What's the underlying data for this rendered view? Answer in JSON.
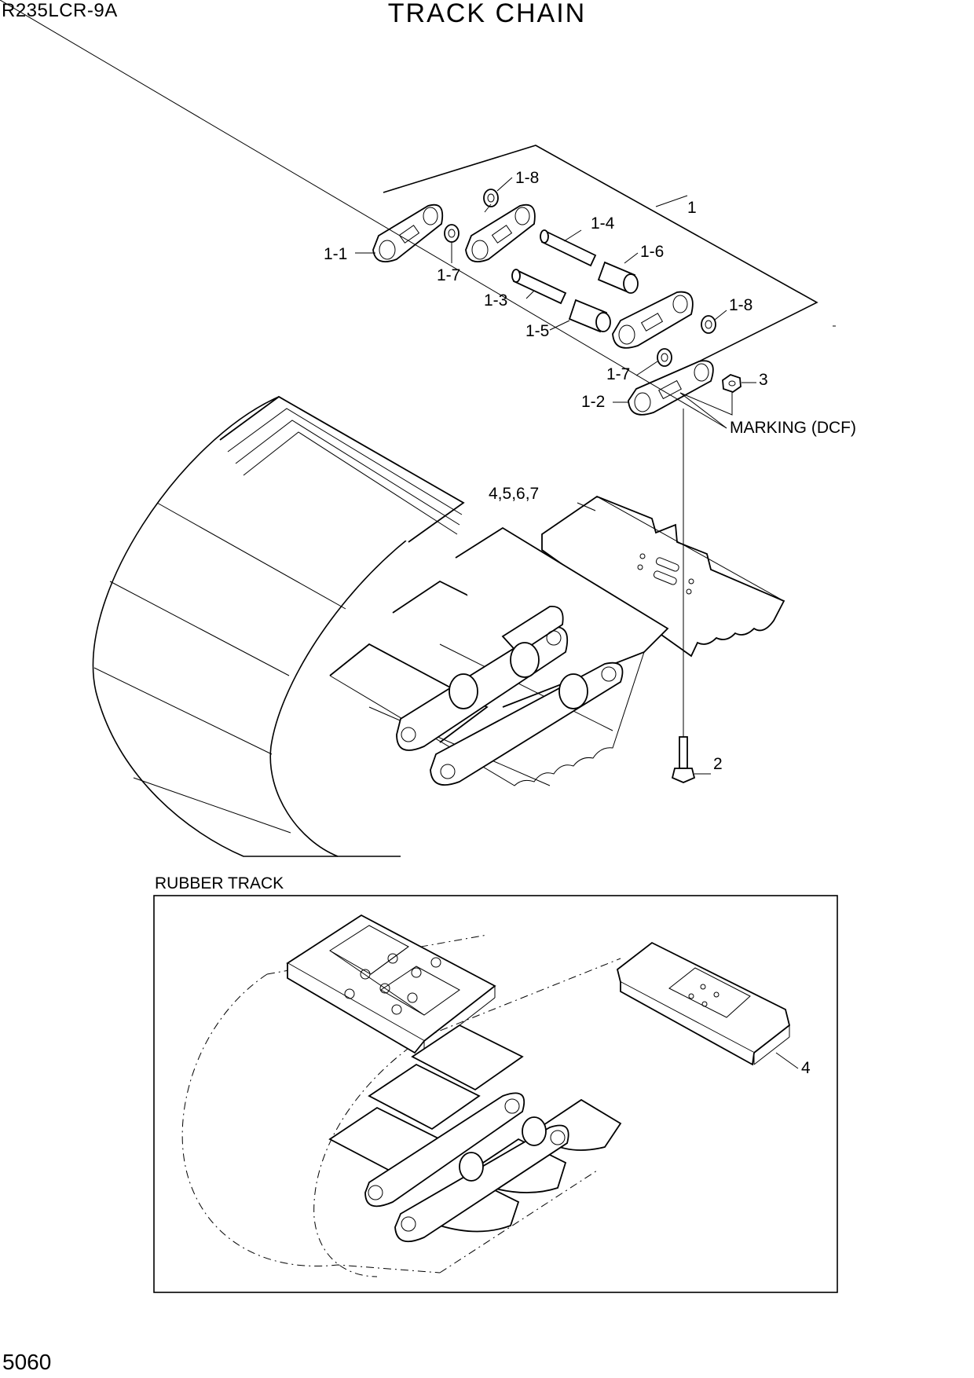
{
  "header": {
    "model": "R235LCR-9A",
    "title": "TRACK CHAIN"
  },
  "footer": {
    "page_number": "5060"
  },
  "callouts": {
    "c1": "1",
    "c1_1": "1-1",
    "c1_2": "1-2",
    "c1_3": "1-3",
    "c1_4": "1-4",
    "c1_5": "1-5",
    "c1_6": "1-6",
    "c1_7a": "1-7",
    "c1_7b": "1-7",
    "c1_8a": "1-8",
    "c1_8b": "1-8",
    "c2": "2",
    "c3": "3",
    "c4567": "4,5,6,7",
    "marking": "MARKING (DCF)",
    "c4": "4"
  },
  "inset": {
    "label": "RUBBER TRACK"
  }
}
